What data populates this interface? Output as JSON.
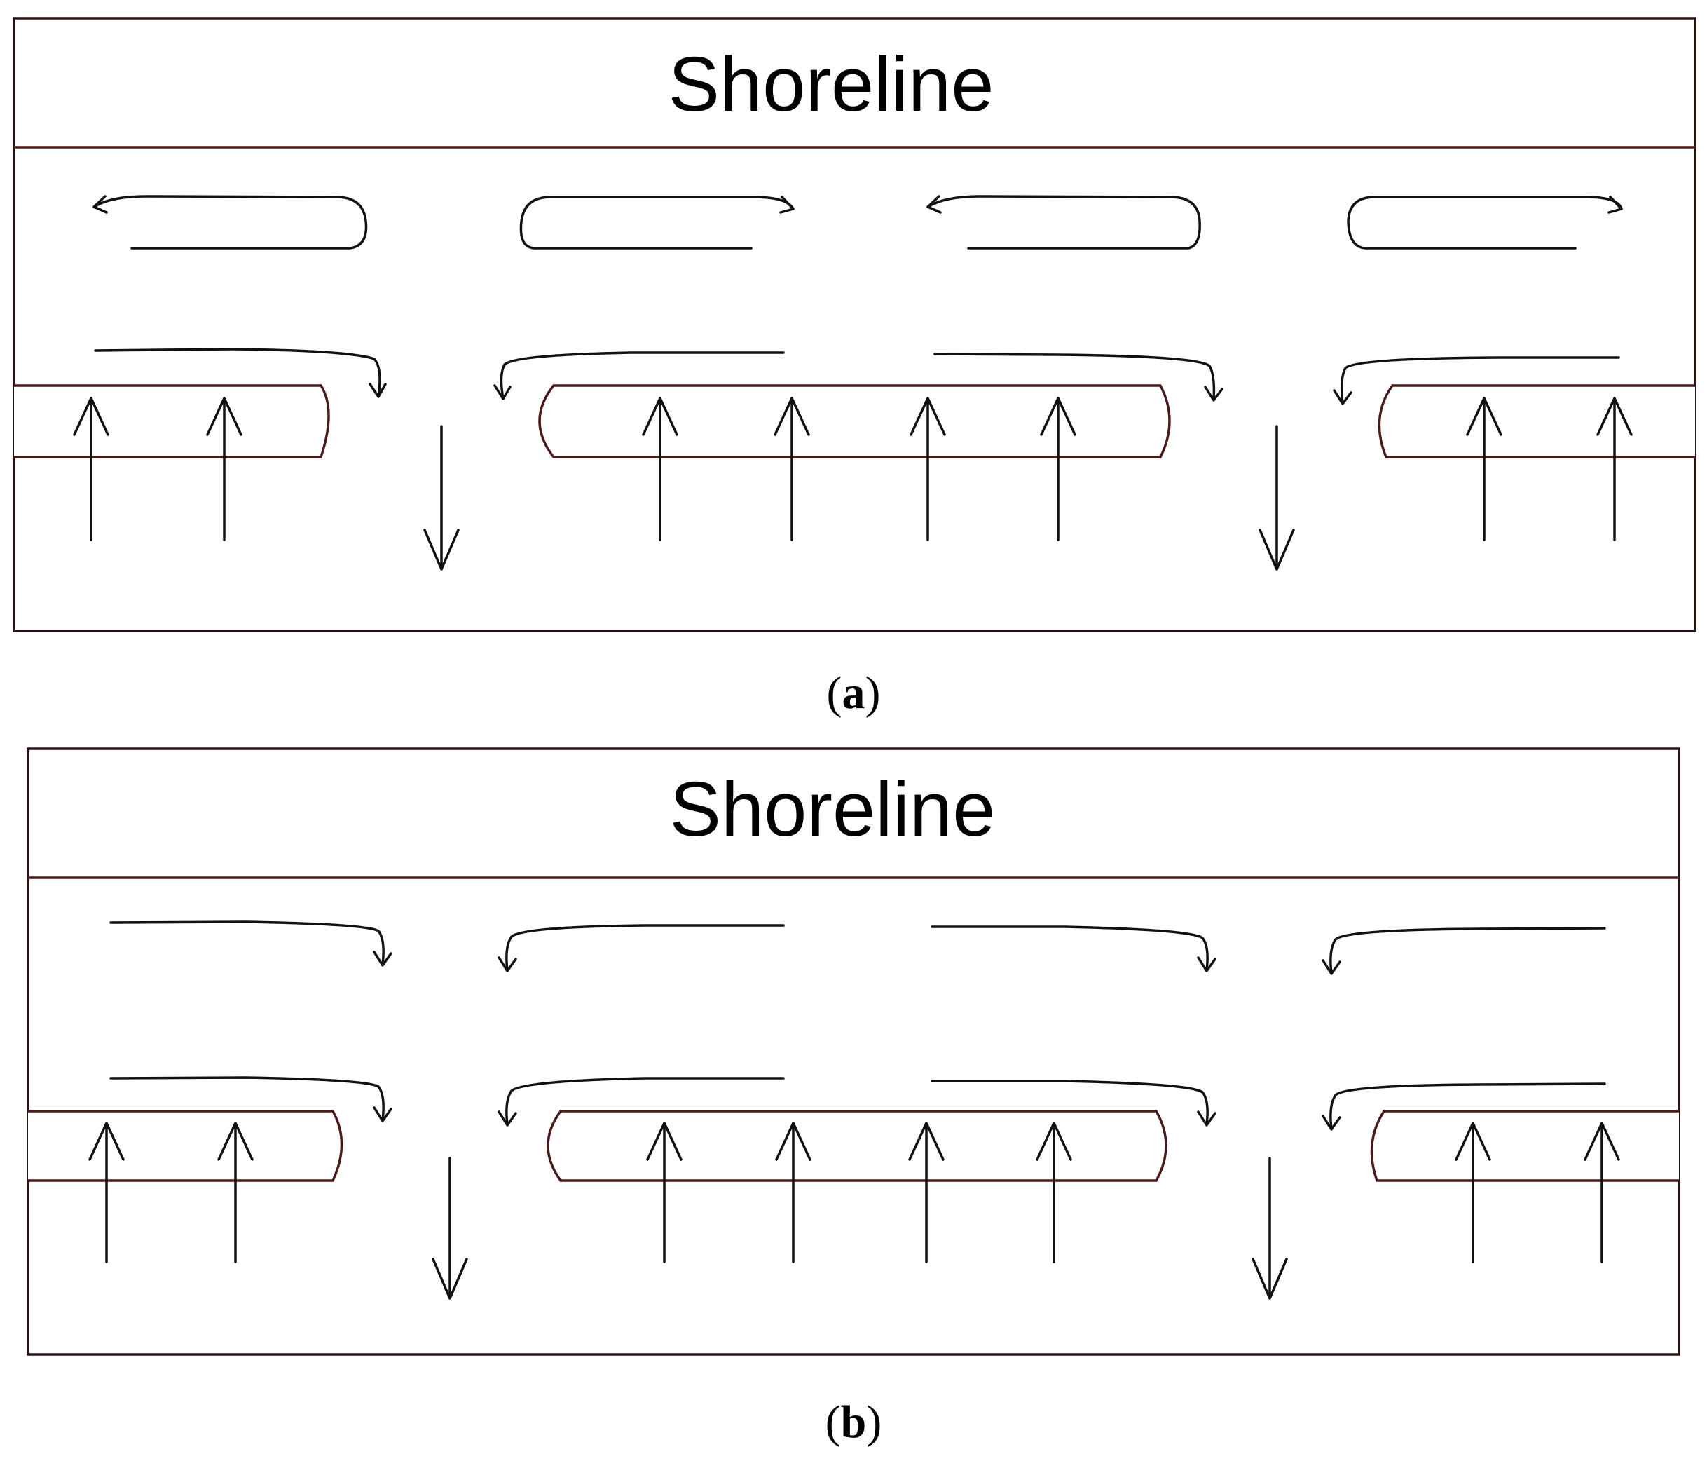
{
  "panels": [
    {
      "title": "Shoreline",
      "caption_open": "(",
      "caption_letter": "a",
      "caption_close": ")"
    },
    {
      "title": "Shoreline",
      "caption_open": "(",
      "caption_letter": "b",
      "caption_close": ")"
    }
  ],
  "colors": {
    "frame": "#2a1414",
    "bar_outline": "#4a1a1a",
    "arrows": "#111111"
  }
}
